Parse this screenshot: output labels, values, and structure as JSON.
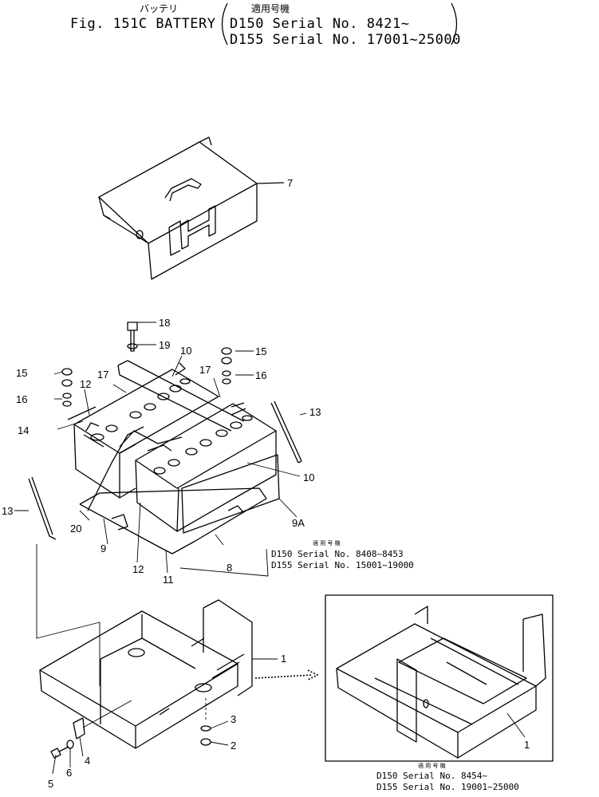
{
  "header": {
    "jp_part_name": "バッテリ",
    "jp_applicable_models": "適用号機",
    "fig_label": "Fig. 151C BATTERY",
    "line1": "D150 Serial No. 8421~",
    "line2": "D155 Serial No. 17001~25000"
  },
  "callouts": {
    "c1": "1",
    "c1b": "1",
    "c2": "2",
    "c3": "3",
    "c4": "4",
    "c5": "5",
    "c6": "6",
    "c7": "7",
    "c8": "8",
    "c9": "9",
    "c9a": "9A",
    "c10a": "10",
    "c10b": "10",
    "c11": "11",
    "c12a": "12",
    "c12b": "12",
    "c13a": "13",
    "c13b": "13",
    "c14": "14",
    "c15a": "15",
    "c15b": "15",
    "c16a": "16",
    "c16b": "16",
    "c17a": "17",
    "c17b": "17",
    "c18": "18",
    "c19": "19",
    "c20": "20"
  },
  "notes": {
    "mid": {
      "jp": "適 用 号 機",
      "l1": "D150  Serial No. 8408~8453",
      "l2": "D155  Serial No. 15001~19000"
    },
    "bottom": {
      "jp": "適 用 号 機",
      "l1": "D150  Serial No. 8454~",
      "l2": "D155  Serial No. 19001~25000"
    }
  }
}
